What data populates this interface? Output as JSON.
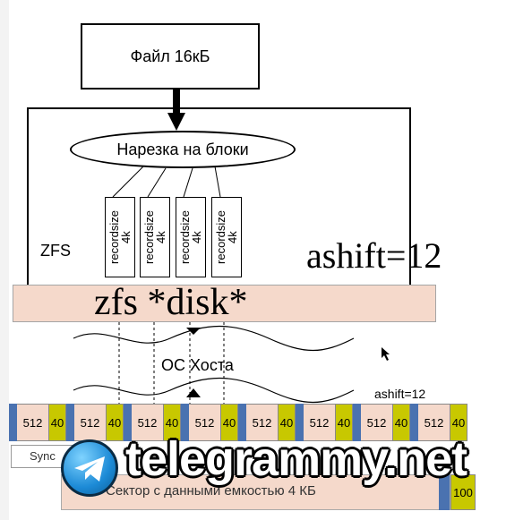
{
  "title_box": "Файл 16кБ",
  "slicing": "Нарезка на блоки",
  "zfs_label": "ZFS",
  "recordsize_blocks": [
    "recordsize\n4k",
    "recordsize\n4k",
    "recordsize\n4k",
    "recordsize\n4k"
  ],
  "ashift_big": "ashift=12",
  "zfs_disk": "zfs *disk*",
  "host_label": "ОС Хоста",
  "ashift_small": "ashift=12",
  "sector_groups": [
    {
      "data": "512",
      "ecc": "40"
    },
    {
      "data": "512",
      "ecc": "40"
    },
    {
      "data": "512",
      "ecc": "40"
    },
    {
      "data": "512",
      "ecc": "40"
    },
    {
      "data": "512",
      "ecc": "40"
    },
    {
      "data": "512",
      "ecc": "40"
    },
    {
      "data": "512",
      "ecc": "40"
    },
    {
      "data": "512",
      "ecc": "40"
    }
  ],
  "sync_label": "Sync",
  "bottom_sector_text": "Сектор с данными емкостью 4 КБ",
  "bottom_ecc": "100",
  "watermark": "telegrammy.net",
  "colors": {
    "band": "#f5d9cb",
    "ecc": "#c8c800",
    "mark": "#4a72b0"
  }
}
